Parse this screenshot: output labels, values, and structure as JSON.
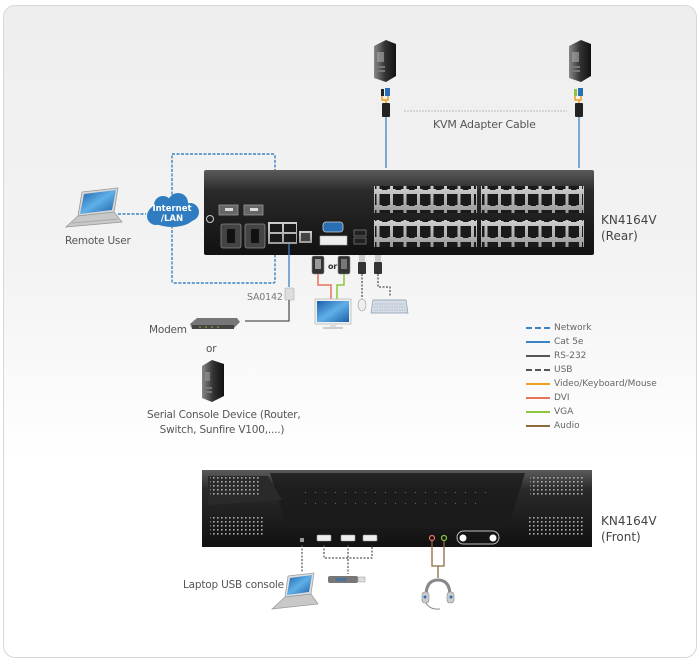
{
  "labels": {
    "kvm_adapter_cable": "KVM Adapter Cable",
    "remote_user": "Remote User",
    "cloud": [
      "Internet",
      "/LAN"
    ],
    "sa0142": "SA0142",
    "modem": "Modem",
    "or_main": "or",
    "or_small": "or",
    "serial_console": [
      "Serial Console Device (Router,",
      "Switch, Sunfire V100,....)"
    ],
    "laptop_usb_console": "Laptop USB console"
  },
  "devices": {
    "rear": {
      "model": "KN4164V",
      "side": "(Rear)"
    },
    "front": {
      "model": "KN4164V",
      "side": "(Front)"
    }
  },
  "legend": [
    {
      "label": "Network",
      "color": "#3a84c4",
      "style": "dashed"
    },
    {
      "label": "Cat 5e",
      "color": "#3a84c4",
      "style": "solid"
    },
    {
      "label": "RS-232",
      "color": "#555555",
      "style": "solid"
    },
    {
      "label": "USB",
      "color": "#555555",
      "style": "dashed"
    },
    {
      "label": "Video/Keyboard/Mouse",
      "color": "#f0a020",
      "style": "solid"
    },
    {
      "label": "DVI",
      "color": "#e8735a",
      "style": "solid"
    },
    {
      "label": "VGA",
      "color": "#8cc63f",
      "style": "solid"
    },
    {
      "label": "Audio",
      "color": "#8b6a3e",
      "style": "solid"
    }
  ],
  "colors": {
    "network": "#3a84c4",
    "cloud": "#2f7dc0",
    "device_dark": "#1e1e1e"
  }
}
